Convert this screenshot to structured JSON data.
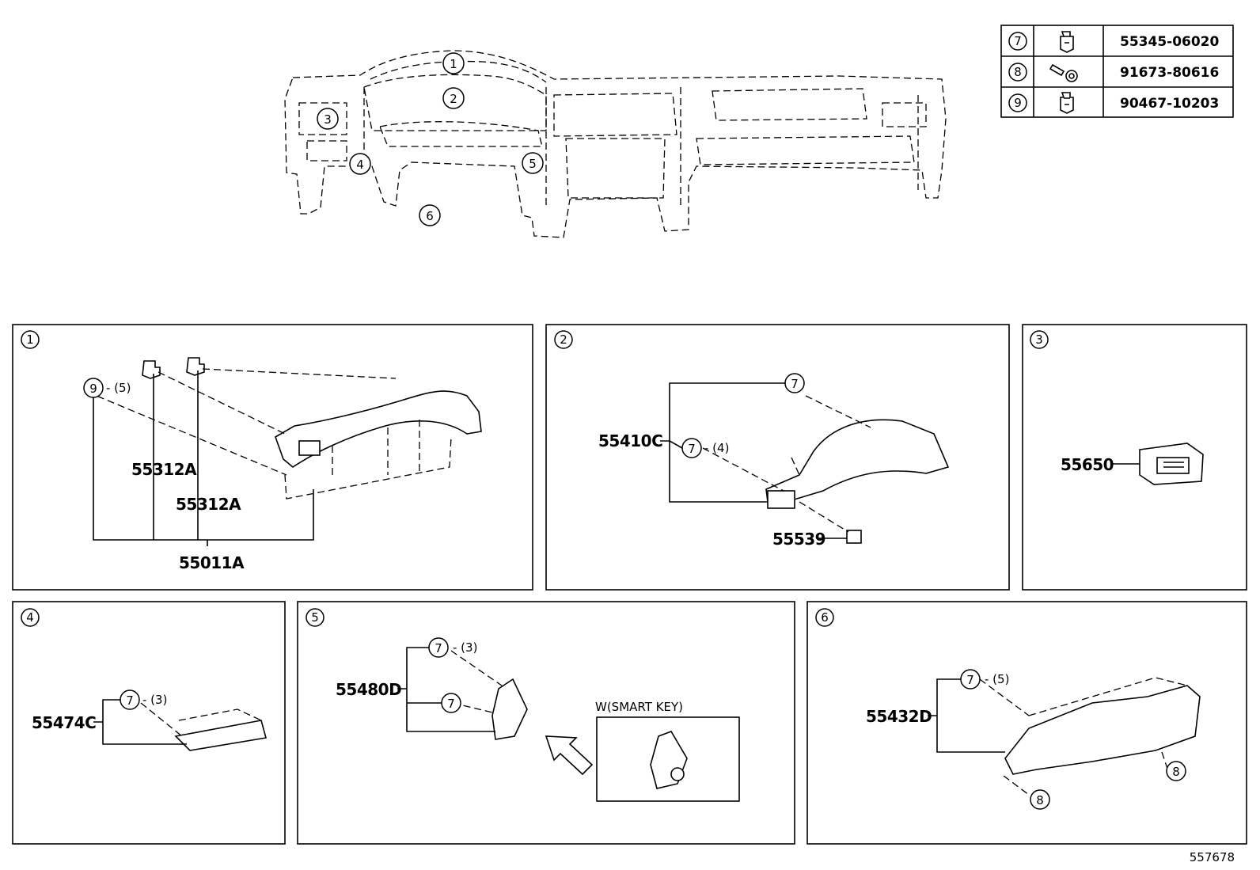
{
  "diagram_id": "557678",
  "fastener_table": [
    {
      "ref": "7",
      "icon": "clip-icon",
      "part": "55345-06020"
    },
    {
      "ref": "8",
      "icon": "screw-icon",
      "part": "91673-80616"
    },
    {
      "ref": "9",
      "icon": "clip-icon",
      "part": "90467-10203"
    }
  ],
  "overview_callouts": [
    "1",
    "2",
    "3",
    "4",
    "5",
    "6"
  ],
  "panels": {
    "p1": {
      "num": "1",
      "parts": [
        "55312A",
        "55312A",
        "55011A"
      ],
      "fastener": {
        "ref": "9",
        "qty": "- (5)"
      }
    },
    "p2": {
      "num": "2",
      "parts": [
        "55410C",
        "55539"
      ],
      "fasteners": [
        {
          "ref": "7",
          "qty": ""
        },
        {
          "ref": "7",
          "qty": "- (4)"
        }
      ]
    },
    "p3": {
      "num": "3",
      "parts": [
        "55650"
      ]
    },
    "p4": {
      "num": "4",
      "parts": [
        "55474C"
      ],
      "fastener": {
        "ref": "7",
        "qty": "- (3)"
      }
    },
    "p5": {
      "num": "5",
      "parts": [
        "55480D"
      ],
      "fasteners": [
        {
          "ref": "7",
          "qty": "- (3)"
        },
        {
          "ref": "7",
          "qty": ""
        }
      ],
      "inset_label": "W(SMART KEY)"
    },
    "p6": {
      "num": "6",
      "parts": [
        "55432D"
      ],
      "fasteners": [
        {
          "ref": "7",
          "qty": "- (5)"
        },
        {
          "ref": "8",
          "qty": ""
        },
        {
          "ref": "8",
          "qty": ""
        }
      ]
    }
  }
}
